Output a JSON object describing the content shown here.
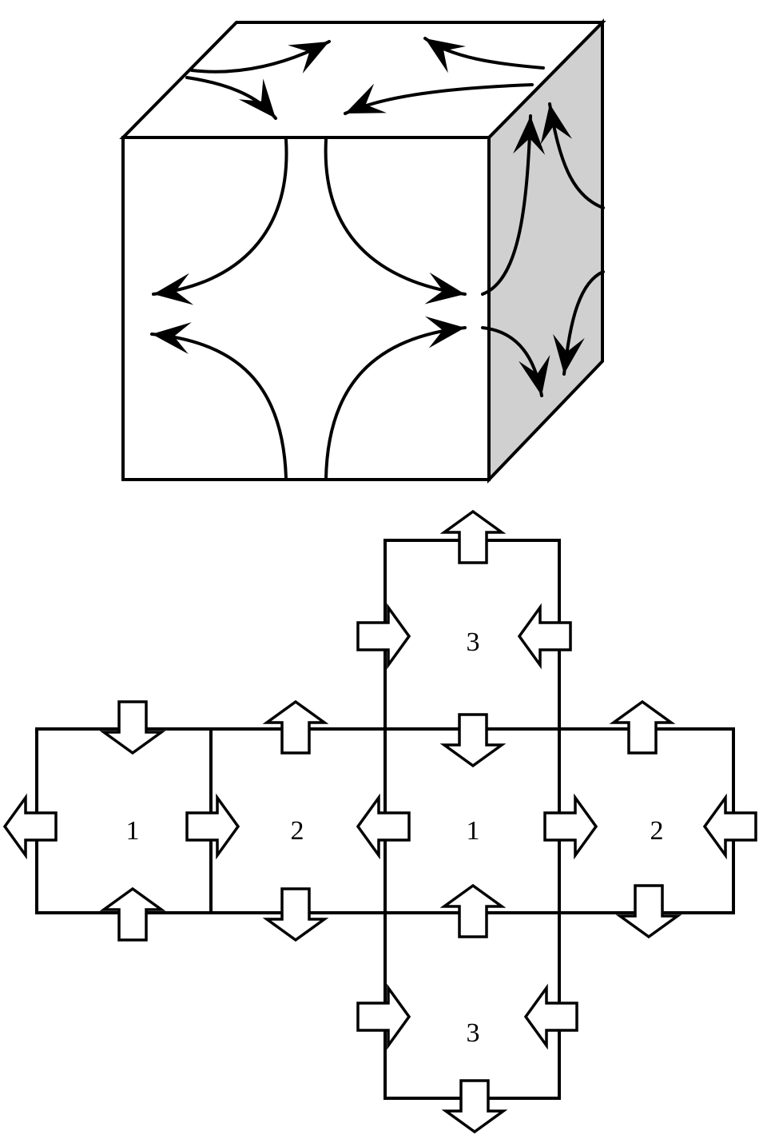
{
  "colors": {
    "stroke": "#000000",
    "side_face_fill": "#d0d0d0",
    "background": "#ffffff",
    "block_arrow_fill": "#ffffff"
  },
  "net": {
    "labels": [
      {
        "id": "face-a",
        "text": "1"
      },
      {
        "id": "face-b",
        "text": "2"
      },
      {
        "id": "face-c",
        "text": "1"
      },
      {
        "id": "face-d",
        "text": "2"
      },
      {
        "id": "face-top",
        "text": "3"
      },
      {
        "id": "face-bottom",
        "text": "3"
      }
    ]
  }
}
